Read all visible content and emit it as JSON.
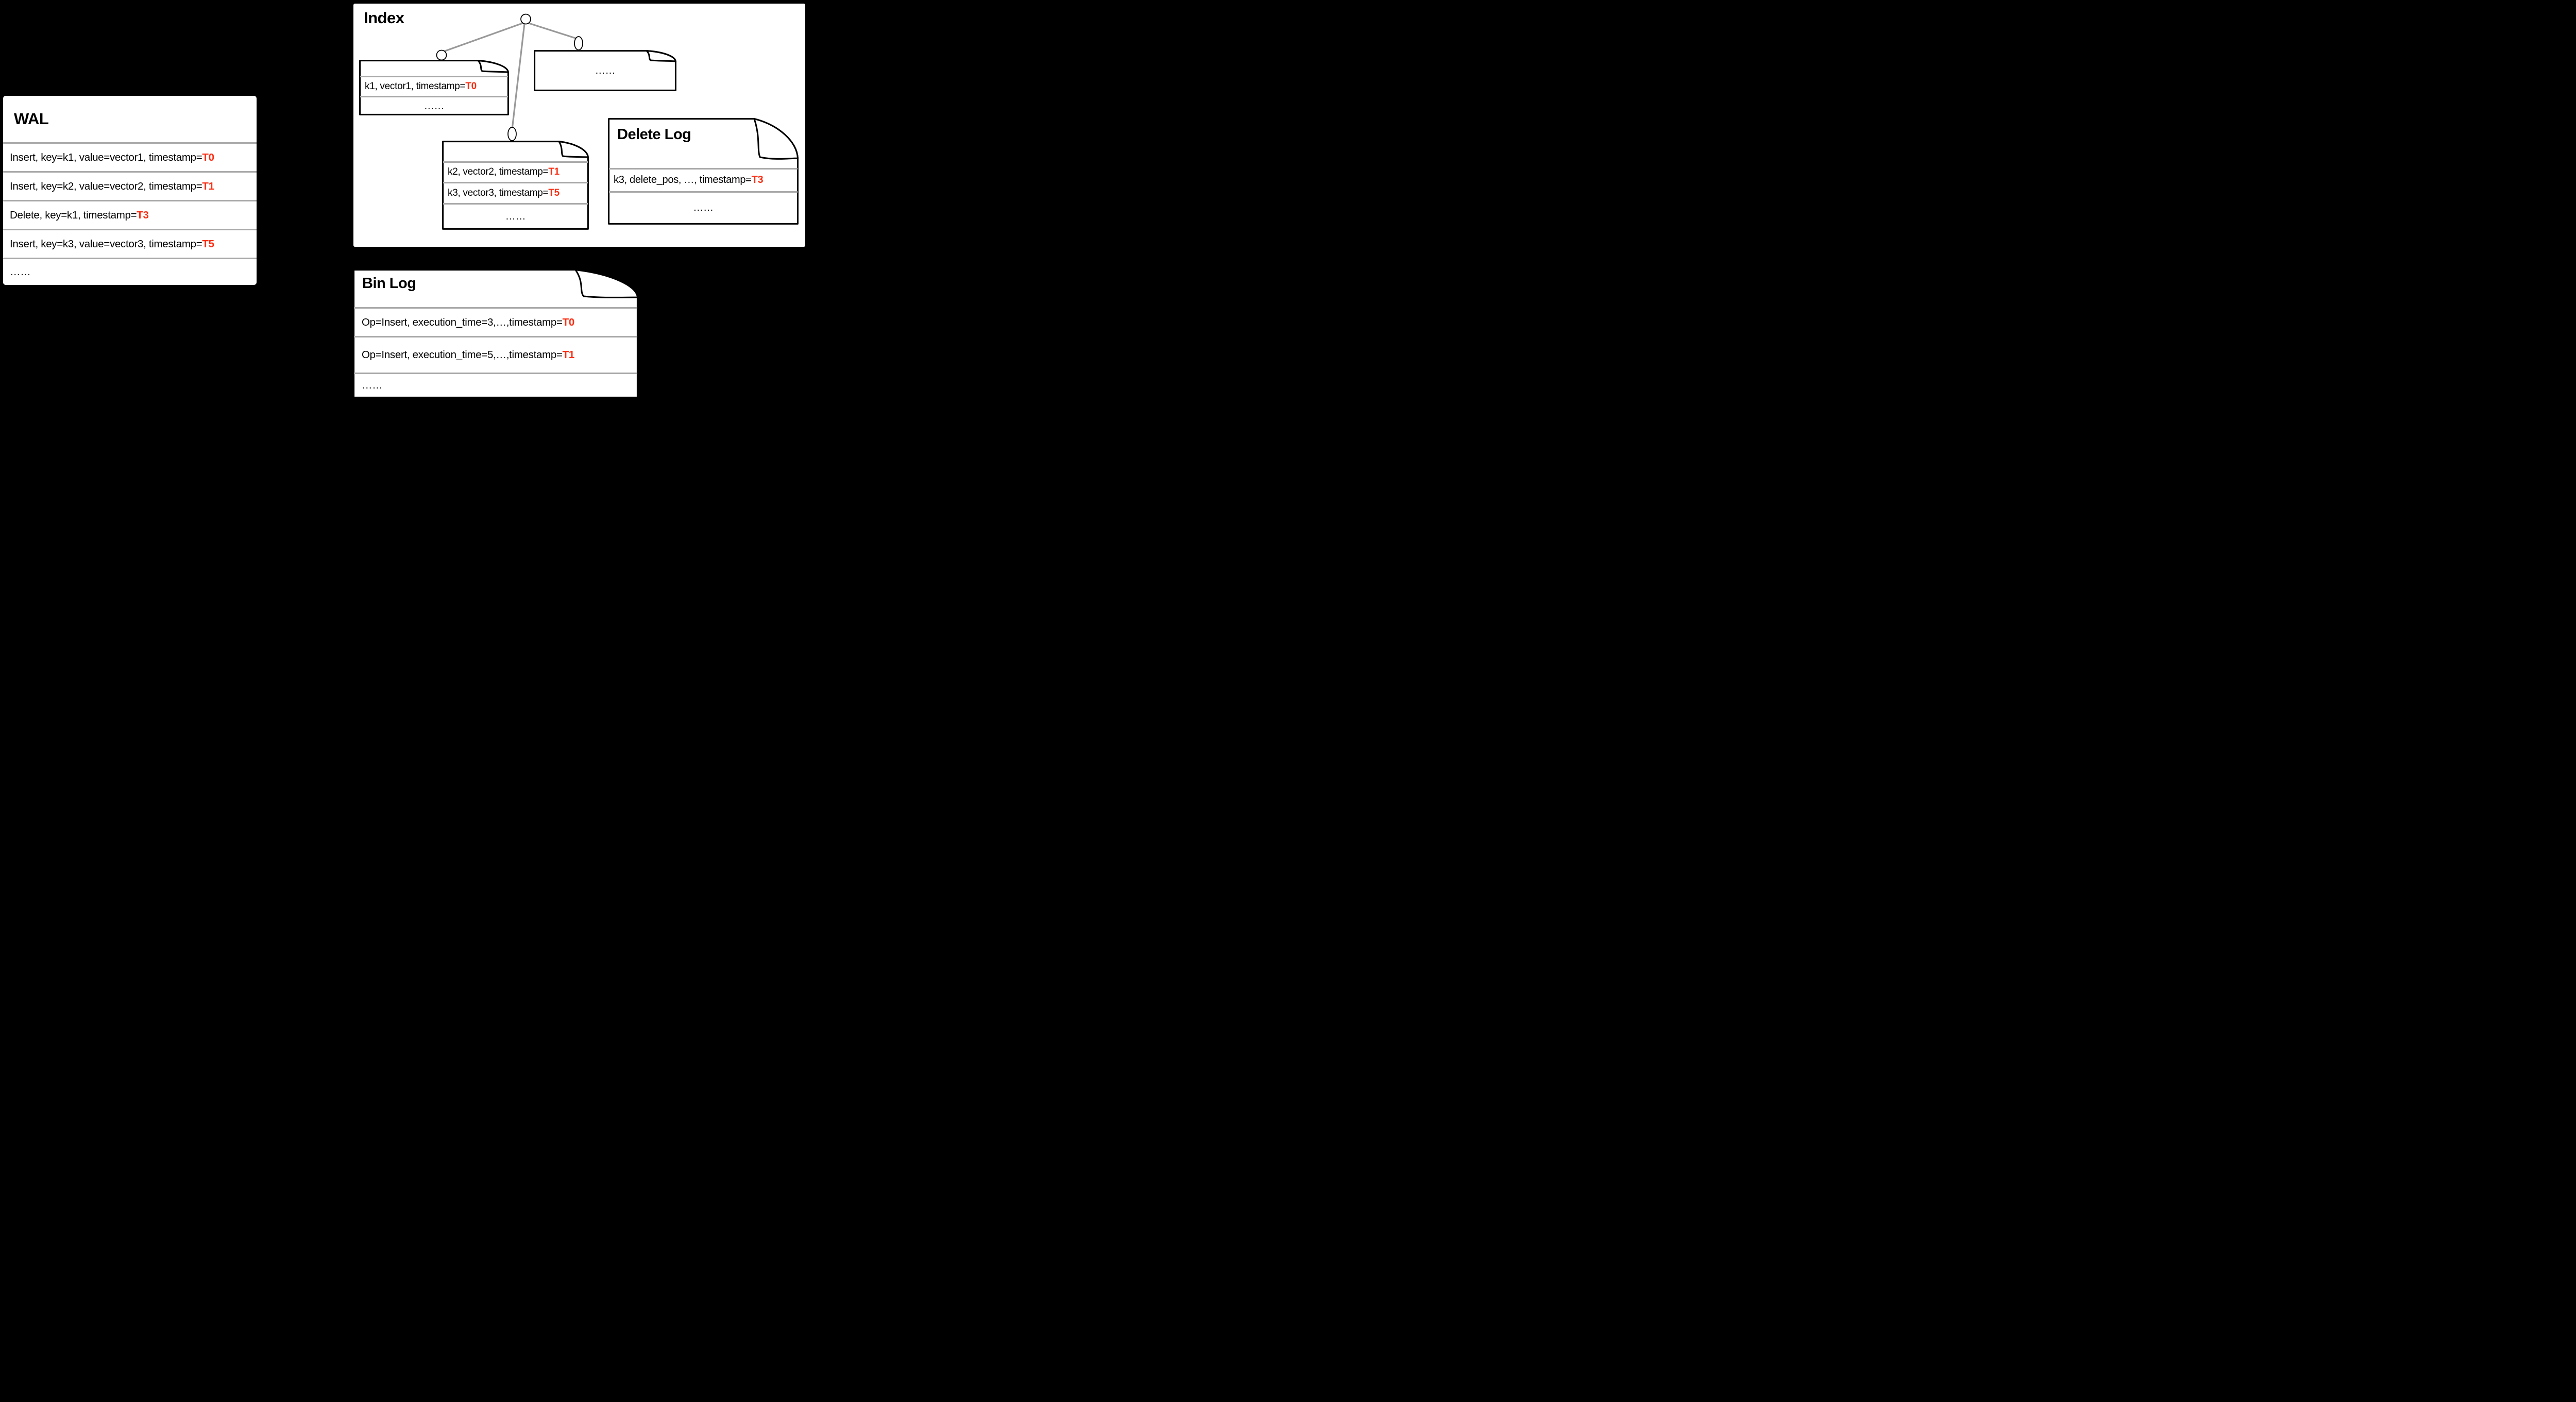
{
  "palette": {
    "background": "#000000",
    "panel": "#ffffff",
    "accent_red": "#fa2f14",
    "separator": "#a9a9a9",
    "tree_edge": "#999999",
    "outline": "#000000"
  },
  "wal": {
    "title": "WAL",
    "entries": [
      {
        "text": "Insert, key=k1, value=vector1, timestamp=",
        "ts": "T0"
      },
      {
        "text": "Insert, key=k2, value=vector2, timestamp=",
        "ts": "T1"
      },
      {
        "text": "Delete, key=k1, timestamp=",
        "ts": "T3"
      },
      {
        "text": "Insert, key=k3, value=vector3, timestamp=",
        "ts": "T5"
      }
    ],
    "more": "……"
  },
  "index": {
    "title": "Index",
    "segment1": {
      "rows": [
        {
          "text": "k1, vector1, timestamp=",
          "ts": "T0"
        }
      ],
      "more": "……"
    },
    "segment2": {
      "rows": [
        {
          "text": "k2, vector2, timestamp=",
          "ts": "T1"
        },
        {
          "text": "k3, vector3, timestamp=",
          "ts": "T5"
        }
      ],
      "more": "……"
    },
    "segment3": {
      "more": "……"
    }
  },
  "delete_log": {
    "title": "Delete Log",
    "rows": [
      {
        "text": "k3, delete_pos, …, timestamp=",
        "ts": "T3"
      }
    ],
    "more": "……"
  },
  "bin_log": {
    "title": "Bin Log",
    "rows": [
      {
        "text": "Op=Insert, execution_time=3,…,timestamp=",
        "ts": "T0"
      },
      {
        "text": "Op=Insert, execution_time=5,…,timestamp=",
        "ts": "T1"
      }
    ],
    "more": "……"
  }
}
